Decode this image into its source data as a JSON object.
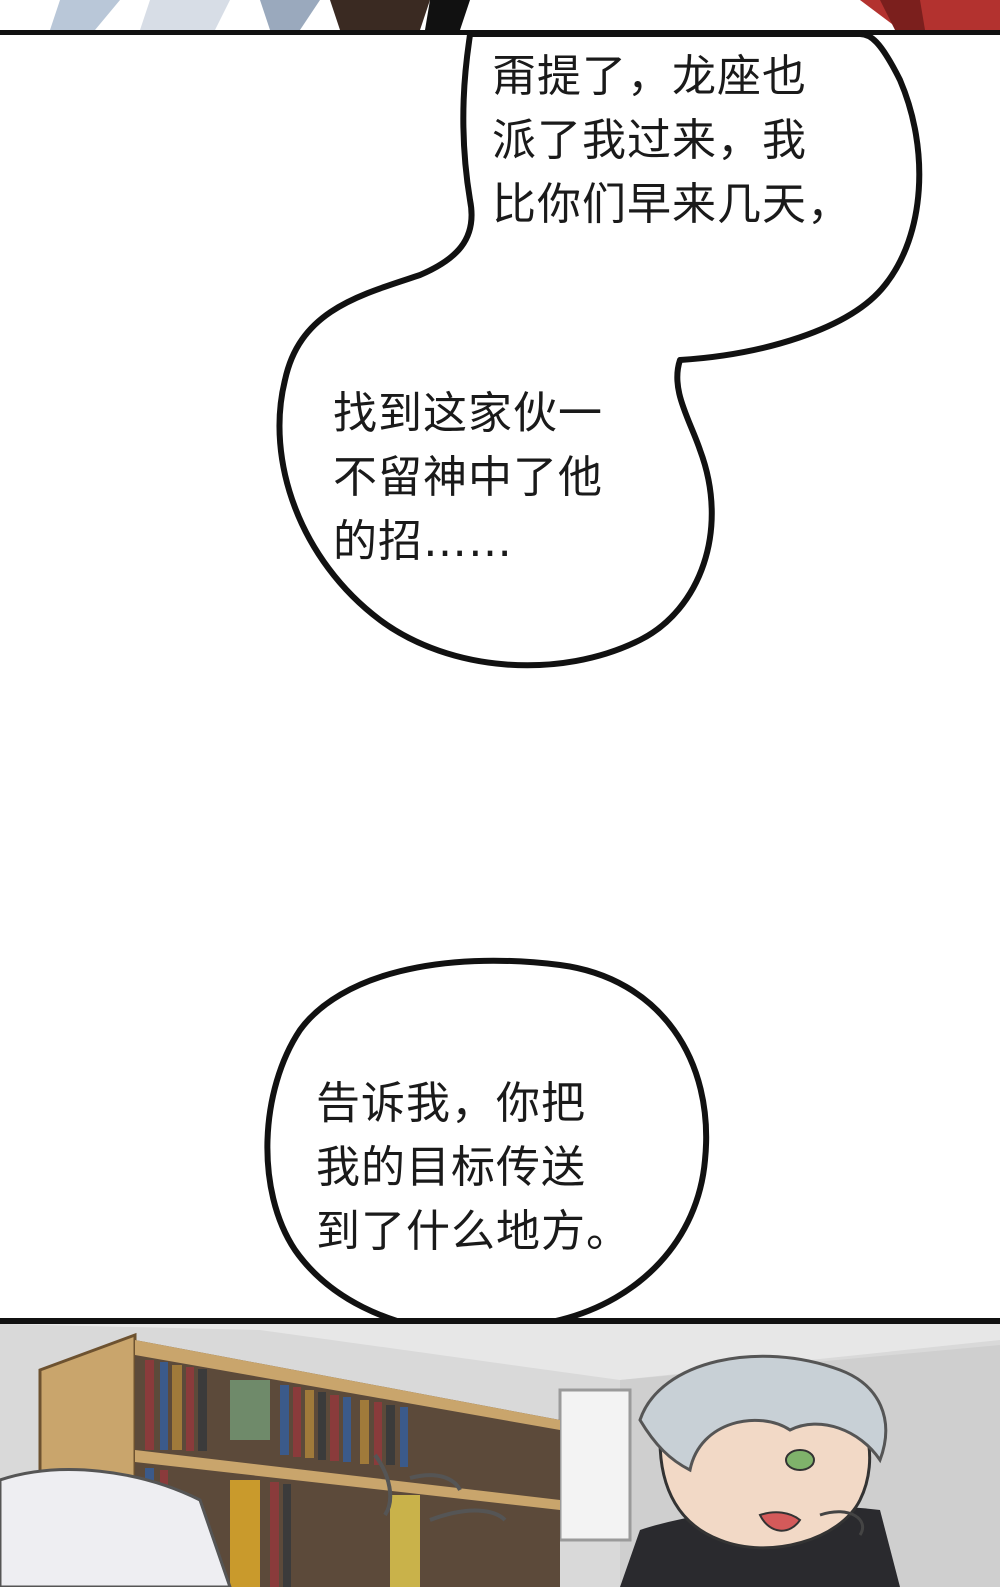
{
  "comic": {
    "bubble_1": {
      "lines": [
        "甭提了，龙座也",
        "派了我过来，我",
        "比你们早来几天，"
      ]
    },
    "bubble_2": {
      "lines": [
        "找到这家伙一",
        "不留神中了他",
        "的招……"
      ]
    },
    "bubble_3": {
      "lines": [
        "告诉我，你把",
        "我的目标传送",
        "到了什么地方。"
      ]
    }
  },
  "colors": {
    "panel_border": "#111111",
    "page_background": "#ffffff",
    "room_wall": "#d9d9d9",
    "bookshelf_wood": "#c9a56c",
    "character_hair": "#c8d0d6",
    "character_coat": "#2a2a2e"
  }
}
